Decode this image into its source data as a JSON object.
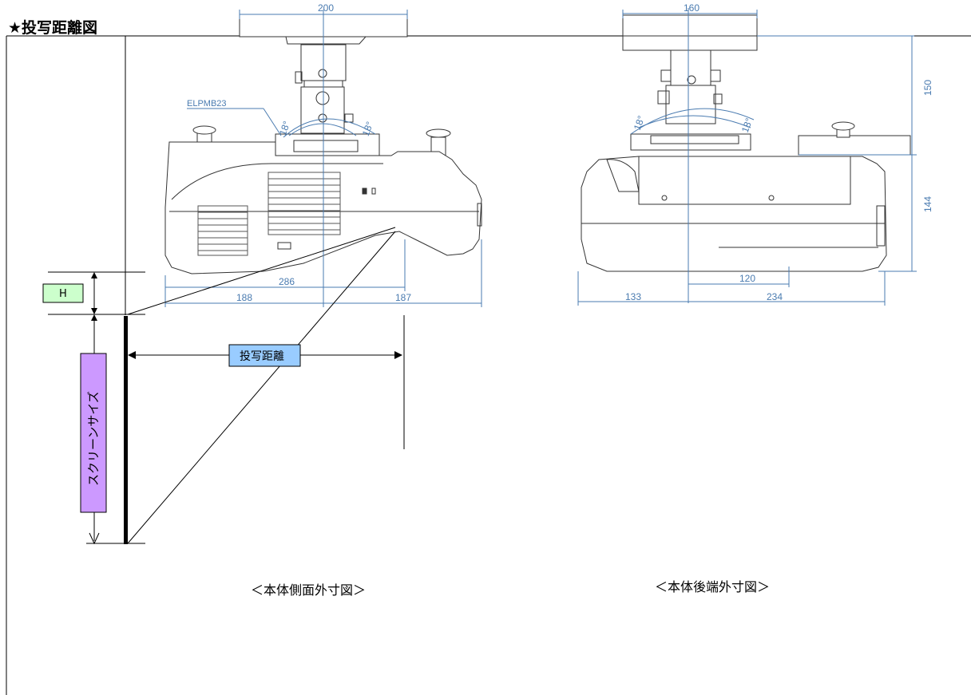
{
  "page_title": "★投写距離図",
  "labels": {
    "h_box": "H",
    "distance_box": "投写距離",
    "screen_size_box": "スクリーンサイズ",
    "mount_model": "ELPMB23"
  },
  "captions": {
    "side_view": "＜本体側面外寸図＞",
    "rear_view": "＜本体後端外寸図＞"
  },
  "side_dims": {
    "top_width": "200",
    "body_length": "286",
    "front_part": "188",
    "rear_part": "187",
    "tilt_angles": [
      "18°",
      "18°"
    ]
  },
  "rear_dims": {
    "top_width": "160",
    "mount_height": "150",
    "body_height": "144",
    "offset": "120",
    "left_width": "133",
    "right_width": "234",
    "tilt_angles": [
      "18°",
      "18°"
    ]
  },
  "colors": {
    "h_box": "#ccffcc",
    "distance_box": "#99ccff",
    "screen_size_box": "#cc99ff",
    "dimension": "#4a7bb0"
  }
}
